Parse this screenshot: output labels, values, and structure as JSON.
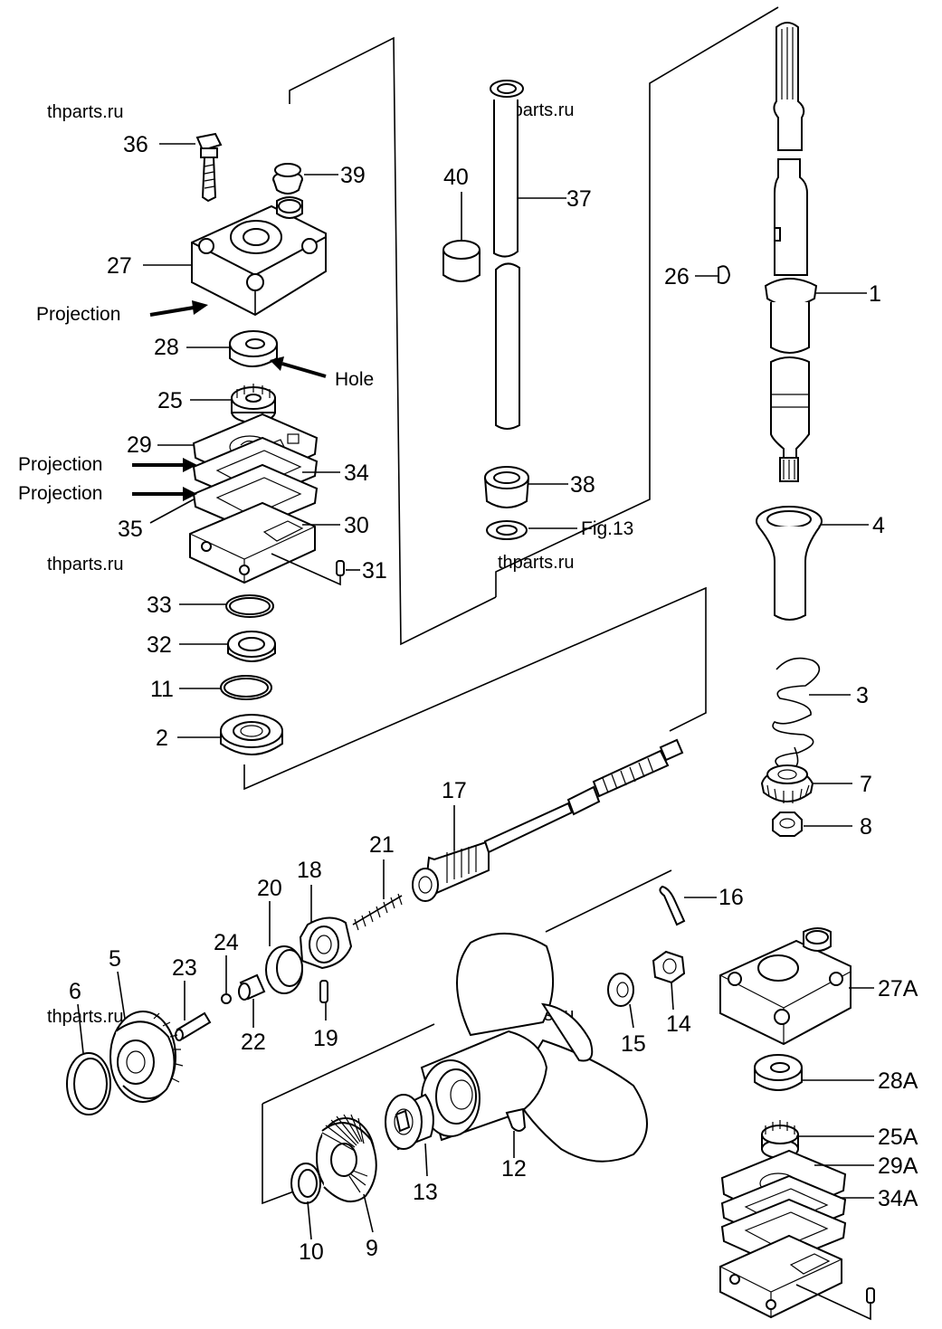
{
  "watermarks": [
    "thparts.ru",
    "thparts.ru",
    "thparts.ru",
    "thparts.ru",
    "thparts.ru",
    "thparts.ru"
  ],
  "callouts": {
    "projection_1": "Projection",
    "hole": "Hole",
    "projection_2": "Projection",
    "projection_3": "Projection",
    "fig13": "Fig.13"
  },
  "part_numbers": {
    "p1": "1",
    "p2": "2",
    "p3": "3",
    "p4": "4",
    "p5": "5",
    "p6": "6",
    "p7": "7",
    "p8": "8",
    "p9": "9",
    "p10": "10",
    "p11": "11",
    "p12": "12",
    "p13": "13",
    "p14": "14",
    "p15": "15",
    "p16": "16",
    "p17": "17",
    "p18": "18",
    "p19": "19",
    "p20": "20",
    "p21": "21",
    "p22": "22",
    "p23": "23",
    "p24": "24",
    "p25": "25",
    "p26": "26",
    "p27": "27",
    "p28": "28",
    "p29": "29",
    "p30": "30",
    "p31": "31",
    "p32": "32",
    "p33": "33",
    "p34": "34",
    "p35": "35",
    "p36": "36",
    "p37": "37",
    "p38": "38",
    "p39": "39",
    "p40": "40",
    "p25A": "25A",
    "p27A": "27A",
    "p28A": "28A",
    "p29A": "29A",
    "p34A": "34A"
  }
}
